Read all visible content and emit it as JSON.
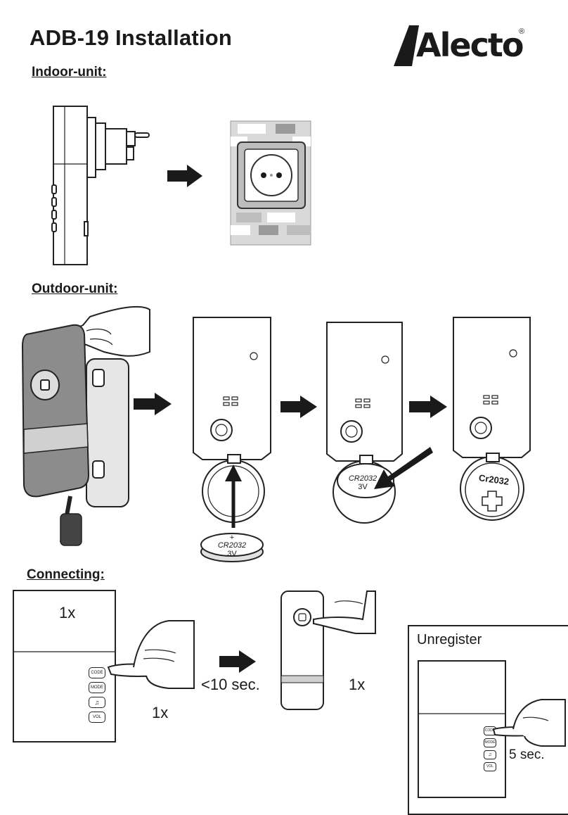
{
  "header": {
    "title": "ADB-19 Installation",
    "brand": "Alecto",
    "registered_mark": "®"
  },
  "sections": {
    "indoor": "Indoor-unit:",
    "outdoor": "Outdoor-unit:",
    "connecting": "Connecting:"
  },
  "battery": {
    "model": "CR2032",
    "voltage": "3V",
    "polarity": "+",
    "model_inserted": "Cr2032"
  },
  "connecting": {
    "press_count_top": "1x",
    "press_count_button": "1x",
    "timer": "<10 sec.",
    "press_count_outdoor": "1x",
    "buttons": [
      "CODE",
      "MODE",
      "♫",
      "VOL"
    ]
  },
  "unregister": {
    "title": "Unregister",
    "hold": "5 sec.",
    "buttons": [
      "CODE",
      "MODE",
      "♫",
      "VOL"
    ]
  },
  "colors": {
    "ink": "#1a1a1a",
    "grey_light": "#d9d9d9",
    "grey_mid": "#bdbdbd",
    "grey_dark": "#9a9a9a"
  }
}
